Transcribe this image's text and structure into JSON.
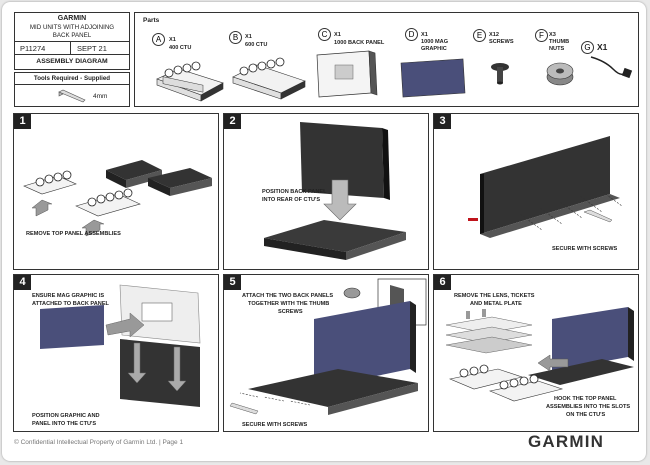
{
  "title_block": {
    "brand": "GARMIN",
    "title_line1": "MID UNITS WITH ADJOINING",
    "title_line2": "BACK PANEL",
    "part_no": "P11274",
    "date": "SEPT 21",
    "doc_type": "ASSEMBLY DIAGRAM",
    "tools_heading": "Tools Required - Supplied",
    "tool_size": "4mm"
  },
  "parts": {
    "heading": "Parts",
    "items": [
      {
        "letter": "A",
        "qty": "X1",
        "name1": "400 CTU",
        "name2": "",
        "name3": ""
      },
      {
        "letter": "B",
        "qty": "X1",
        "name1": "600 CTU",
        "name2": "",
        "name3": ""
      },
      {
        "letter": "C",
        "qty": "X1",
        "name1": "1000 BACK PANEL",
        "name2": "",
        "name3": ""
      },
      {
        "letter": "D",
        "qty": "X1",
        "name1": "1000 MAG",
        "name2": "GRAPHIC",
        "name3": ""
      },
      {
        "letter": "E",
        "qty": "X12",
        "name1": "SCREWS",
        "name2": "",
        "name3": ""
      },
      {
        "letter": "F",
        "qty": "X3",
        "name1": "THUMB",
        "name2": "NUTS",
        "name3": ""
      },
      {
        "letter": "G",
        "qty": "X1",
        "name1": "",
        "name2": "",
        "name3": ""
      }
    ]
  },
  "steps": [
    {
      "number": "1",
      "caption1": "REMOVE TOP PANEL ASSEMBLIES",
      "caption2": "",
      "caption3": ""
    },
    {
      "number": "2",
      "caption1": "POSITION BACK PANEL",
      "caption2": "INTO REAR OF CTU'S",
      "caption3": ""
    },
    {
      "number": "3",
      "caption1": "SECURE WITH SCREWS",
      "caption2": "",
      "caption3": ""
    },
    {
      "number": "4",
      "caption1": "ENSURE MAG GRAPHIC IS",
      "caption2": "ATTACHED TO BACK PANEL",
      "caption3": "",
      "caption4": "POSITION GRAPHIC AND",
      "caption5": "PANEL INTO THE CTU'S"
    },
    {
      "number": "5",
      "caption1": "ATTACH THE TWO BACK PANELS",
      "caption2": "TOGETHER WITH THE THUMB",
      "caption3": "SCREWS",
      "caption4": "SECURE WITH SCREWS"
    },
    {
      "number": "6",
      "caption1": "REMOVE THE LENS, TICKETS",
      "caption2": "AND METAL PLATE",
      "caption3": "",
      "caption4": "HOOK THE TOP PANEL",
      "caption5": "ASSEMBLIES INTO THE SLOTS",
      "caption6": "ON THE CTU'S"
    }
  ],
  "footer": {
    "confidential": "© Confidential Intellectual Property of Garmin Ltd. | Page 1",
    "brand": "GARMIN"
  },
  "colors": {
    "panel_dark": "#2b2b2b",
    "graphic_blue": "#4a4f7a",
    "accent_red": "#c0141c"
  }
}
